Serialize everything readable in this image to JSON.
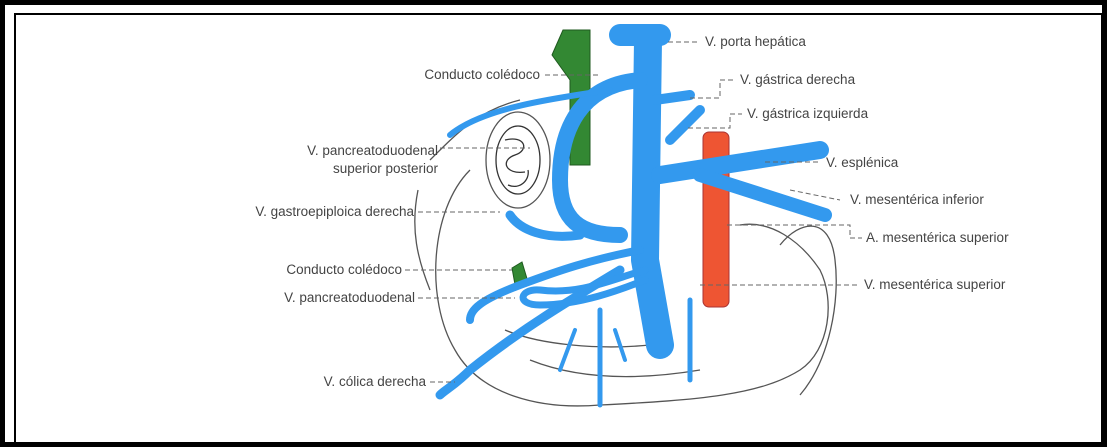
{
  "labels": {
    "porta_hepatica": "V. porta hepática",
    "colédoco_superior": "Conducto colédoco",
    "gastrica_derecha": "V. gástrica derecha",
    "gastrica_izquierda": "V. gástrica izquierda",
    "pancreato_sup_post_l1": "V. pancreatoduodenal",
    "pancreato_sup_post_l2": "superior posterior",
    "esplenica": "V. esplénica",
    "mesenterica_inferior": "V. mesentérica inferior",
    "gastroepiploica_derecha": "V. gastroepiploica derecha",
    "a_mesenterica_superior": "A. mesentérica superior",
    "colédoco_inferior": "Conducto colédoco",
    "pancreatoduodenal": "V. pancreatoduodenal",
    "v_mesenterica_superior": "V. mesentérica superior",
    "colica_derecha": "V. cólica derecha"
  },
  "colors": {
    "vein": "#3399ee",
    "artery": "#ee5533",
    "bile_duct": "#338833",
    "outline": "#555555",
    "leader": "#666666"
  }
}
